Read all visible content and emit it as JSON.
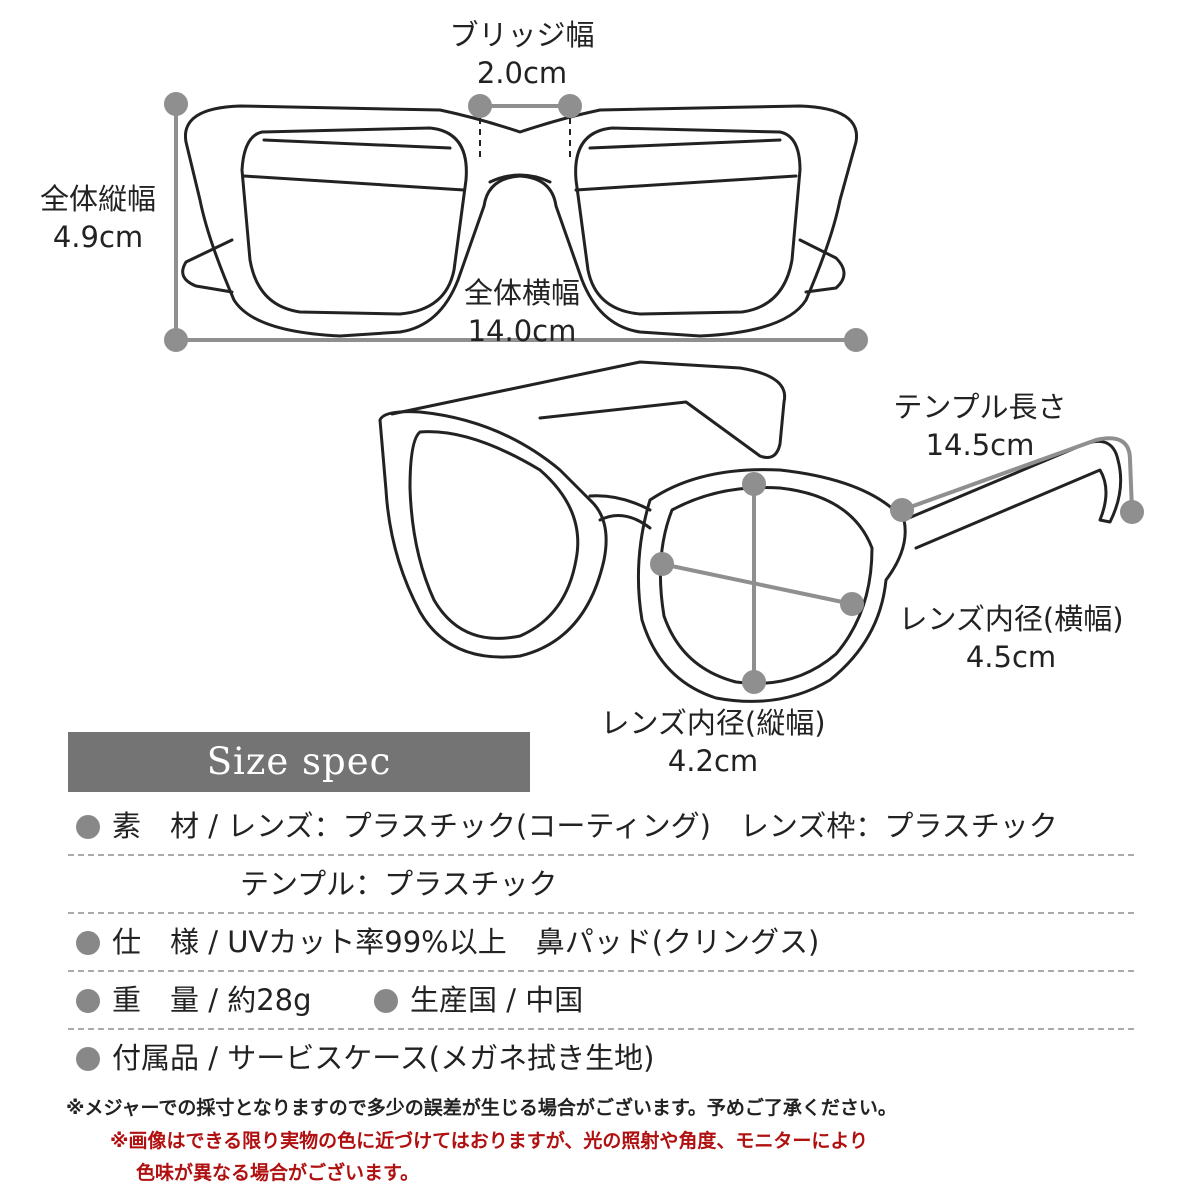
{
  "measurements": {
    "bridge": {
      "label": "ブリッジ幅",
      "value": "2.0cm"
    },
    "total_height": {
      "label": "全体縦幅",
      "value": "4.9cm"
    },
    "total_width": {
      "label": "全体横幅",
      "value": "14.0cm"
    },
    "temple_length": {
      "label": "テンプル長さ",
      "value": "14.5cm"
    },
    "lens_width": {
      "label": "レンズ内径(横幅)",
      "value": "4.5cm"
    },
    "lens_height": {
      "label": "レンズ内径(縦幅)",
      "value": "4.2cm"
    }
  },
  "spec": {
    "title": "Size spec",
    "rows": [
      {
        "text": "素　材 / レンズ：プラスチック(コーティング)　レンズ枠：プラスチック"
      },
      {
        "text": "テンプル：プラスチック"
      },
      {
        "text": "仕　様 / UVカット率99%以上　鼻パッド(クリングス)"
      },
      {
        "text": "重　量 / 約28g",
        "text2": "生産国 / 中国"
      },
      {
        "text": "付属品 / サービスケース(メガネ拭き生地)"
      }
    ]
  },
  "notes": {
    "note1": "※メジャーでの採寸となりますので多少の誤差が生じる場合がございます。予めご了承ください。",
    "note2": "※画像はできる限り実物の色に近づけてはおりますが、光の照射や角度、モニターにより",
    "note3": "色味が異なる場合がございます。"
  },
  "colors": {
    "measure_gray": "#8f8f8f",
    "header_bg": "#747474",
    "note_red": "#b01010",
    "line": "#222222"
  }
}
